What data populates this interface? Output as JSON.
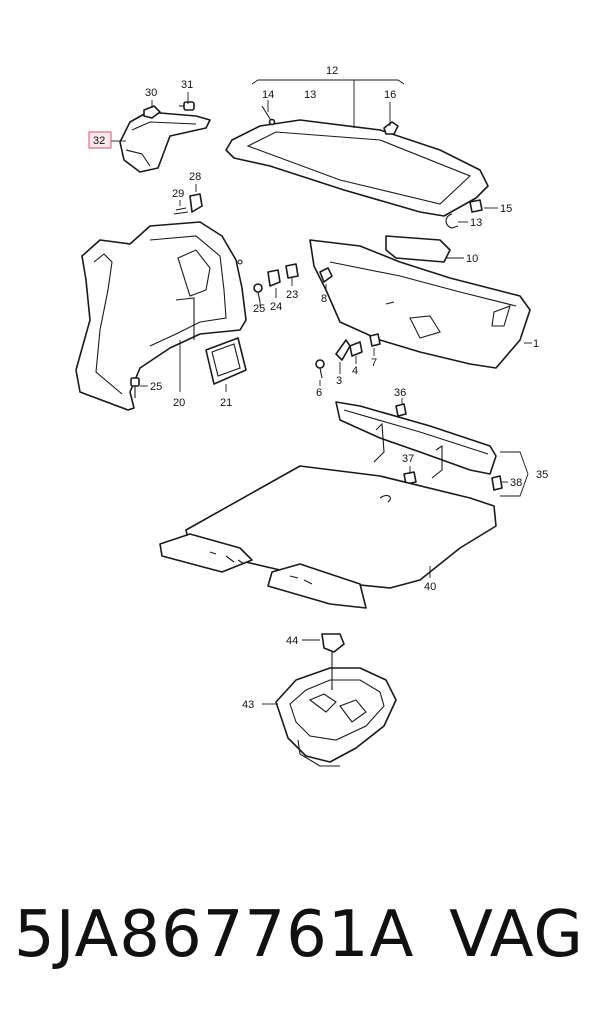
{
  "highlight_color": "#e04a6a",
  "callouts": {
    "c1": "1",
    "c3": "3",
    "c4": "4",
    "c6": "6",
    "c7": "7",
    "c8": "8",
    "c10": "10",
    "c12": "12",
    "c13a": "13",
    "c13b": "13",
    "c14": "14",
    "c15": "15",
    "c16": "16",
    "c20": "20",
    "c21": "21",
    "c23": "23",
    "c24": "24",
    "c25a": "25",
    "c25b": "25",
    "c28": "28",
    "c29": "29",
    "c30": "30",
    "c31": "31",
    "c32": "32",
    "c35": "35",
    "c36": "36",
    "c37": "37",
    "c38": "38",
    "c40": "40",
    "c43": "43",
    "c44": "44"
  },
  "footer": {
    "part_number": "5JA867761A",
    "brand": "VAG"
  }
}
